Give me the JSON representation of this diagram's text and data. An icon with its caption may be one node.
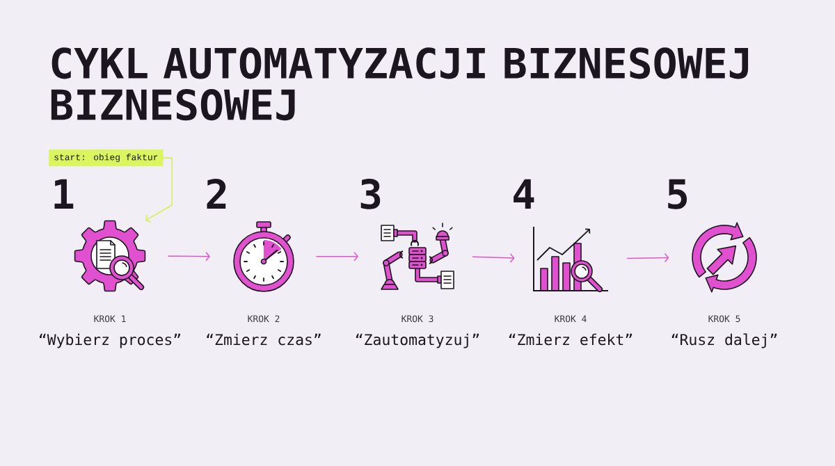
{
  "diagram": {
    "title": "CYKL AUTOMATYZACJI BIZNESOWEJ BIZNESOWEJ",
    "nodes": [
      {
        "text": [
          "start: obieg faktur"
        ]
      },
      {
        "text": [],
        "shape": "picture",
        "beside": [
          "1",
          "KROK 1",
          "“Wybierz proces”"
        ]
      },
      {
        "text": [],
        "shape": "picture",
        "beside": [
          "2",
          "KROK 2",
          "“Zmierz czas”"
        ]
      },
      {
        "text": [],
        "shape": "picture",
        "beside": [
          "3",
          "KROK 3",
          "“Zautomatyzuj”"
        ]
      },
      {
        "text": [],
        "shape": "picture",
        "beside": [
          "4",
          "KROK 4",
          "“Zmierz efekt”"
        ]
      },
      {
        "text": [],
        "shape": "picture",
        "beside": [
          "5",
          "KROK 5",
          "“Rusz dalej”"
        ]
      }
    ],
    "edges": [
      {
        "from": 0,
        "to": 1,
        "arrow": "to",
        "color": "#d4f04e"
      },
      {
        "from": 1,
        "to": 2,
        "arrow": "to"
      },
      {
        "from": 2,
        "to": 3,
        "arrow": "to"
      },
      {
        "from": 3,
        "to": 4,
        "arrow": "to"
      },
      {
        "from": 4,
        "to": 5,
        "arrow": "to"
      }
    ]
  }
}
